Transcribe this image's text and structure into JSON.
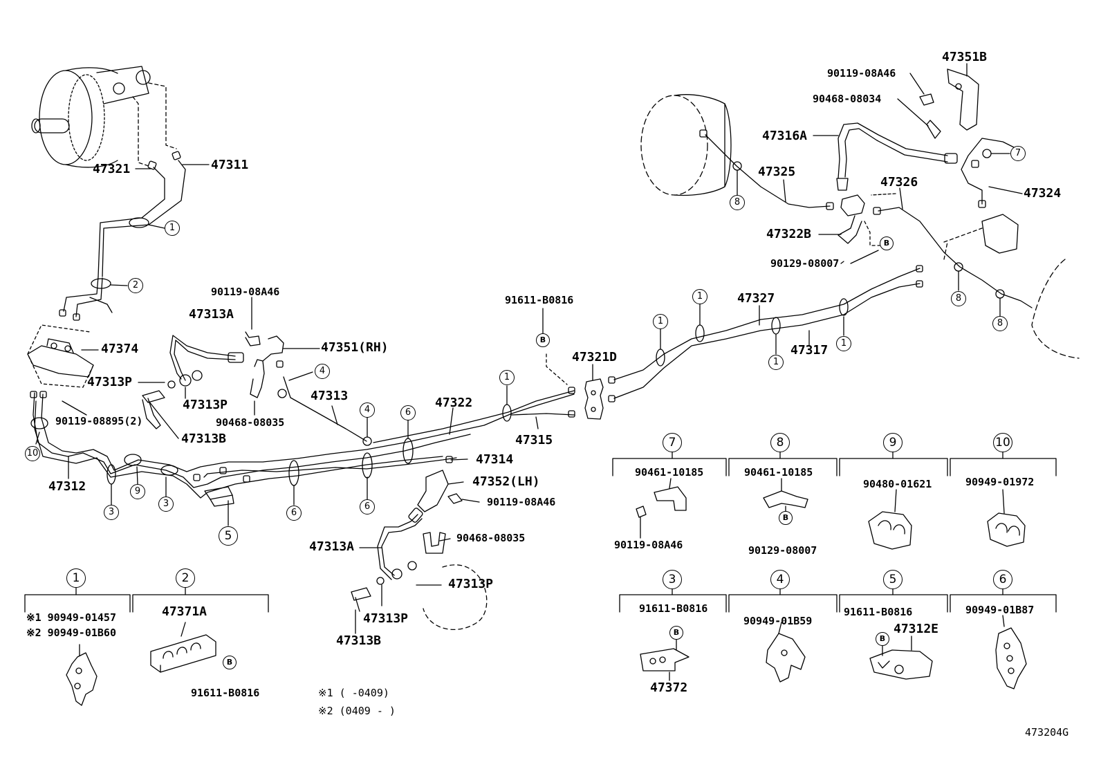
{
  "diagram": {
    "code": "473204G",
    "parts": {
      "p47311": "47311",
      "p47321": "47321",
      "p47374": "47374",
      "p47313P_a": "47313P",
      "p47313P_b": "47313P",
      "p47313P_c": "47313P",
      "p47313P_d": "47313P",
      "p47313B_a": "47313B",
      "p47313B_b": "47313B",
      "p47313A_a": "47313A",
      "p47313A_b": "47313A",
      "p90119_08895": "90119-08895(2)",
      "p47312": "47312",
      "p90119_08A46_a": "90119-08A46",
      "p90119_08A46_b": "90119-08A46",
      "p90119_08A46_c": "90119-08A46",
      "p47351RH": "47351(RH)",
      "p90468_08035_a": "90468-08035",
      "p90468_08035_b": "90468-08035",
      "p47313": "47313",
      "p47322": "47322",
      "p47315": "47315",
      "p47314": "47314",
      "p47352LH": "47352(LH)",
      "p91611_B0816_a": "91611-B0816",
      "p47321D": "47321D",
      "p47327": "47327",
      "p47317": "47317",
      "p47351B": "47351B",
      "p90468_08034": "90468-08034",
      "p47316A": "47316A",
      "p47325": "47325",
      "p47326": "47326",
      "p47324": "47324",
      "p47322B": "47322B",
      "p90129_08007_a": "90129-08007"
    },
    "callouts": {
      "c1": "1",
      "c2": "2",
      "c3": "3",
      "c4": "4",
      "c5": "5",
      "c6": "6",
      "c7": "7",
      "c8": "8",
      "c9": "9",
      "c10": "10",
      "b": "B"
    },
    "legend": {
      "g1": {
        "n": "1",
        "l1": "※1 90949-01457",
        "l2": "※2 90949-01B60"
      },
      "g2": {
        "n": "2",
        "part": "47371A",
        "bolt": "91611-B0816"
      },
      "g3": {
        "n": "3",
        "bolt": "91611-B0816",
        "part": "47372"
      },
      "g4": {
        "n": "4",
        "part": "90949-01B59"
      },
      "g5": {
        "n": "5",
        "bolt": "91611-B0816",
        "part": "47312E"
      },
      "g6": {
        "n": "6",
        "part": "90949-01B87"
      },
      "g7": {
        "n": "7",
        "part": "90461-10185",
        "bolt": "90119-08A46"
      },
      "g8": {
        "n": "8",
        "part": "90461-10185",
        "bolt": "90129-08007"
      },
      "g9": {
        "n": "9",
        "part": "90480-01621"
      },
      "g10": {
        "n": "10",
        "part": "90949-01972"
      }
    },
    "notes": {
      "n1": "※1 (     -0409)",
      "n2": "※2 (0409 -     )"
    }
  }
}
